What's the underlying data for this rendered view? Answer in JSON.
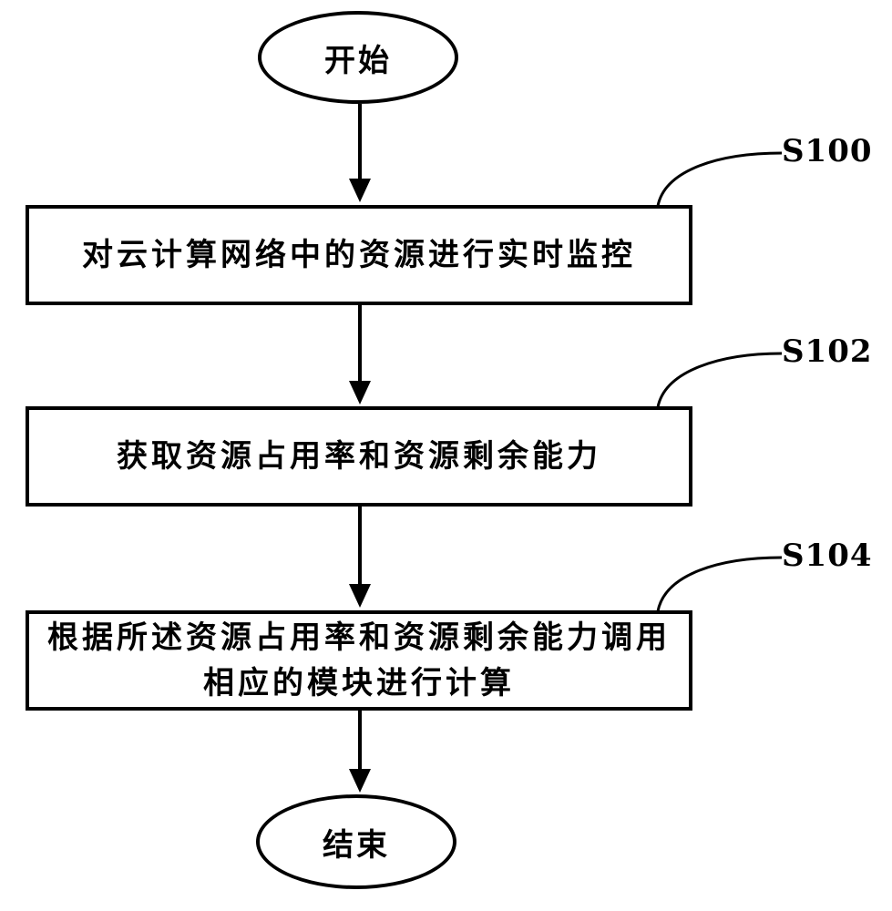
{
  "flowchart": {
    "start": {
      "label": "开始"
    },
    "steps": [
      {
        "id": "S100",
        "text": "对云计算网络中的资源进行实时监控"
      },
      {
        "id": "S102",
        "text": "获取资源占用率和资源剩余能力"
      },
      {
        "id": "S104",
        "text": "根据所述资源占用率和资源剩余能力调用相应的模块进行计算"
      }
    ],
    "end": {
      "label": "结束"
    }
  }
}
